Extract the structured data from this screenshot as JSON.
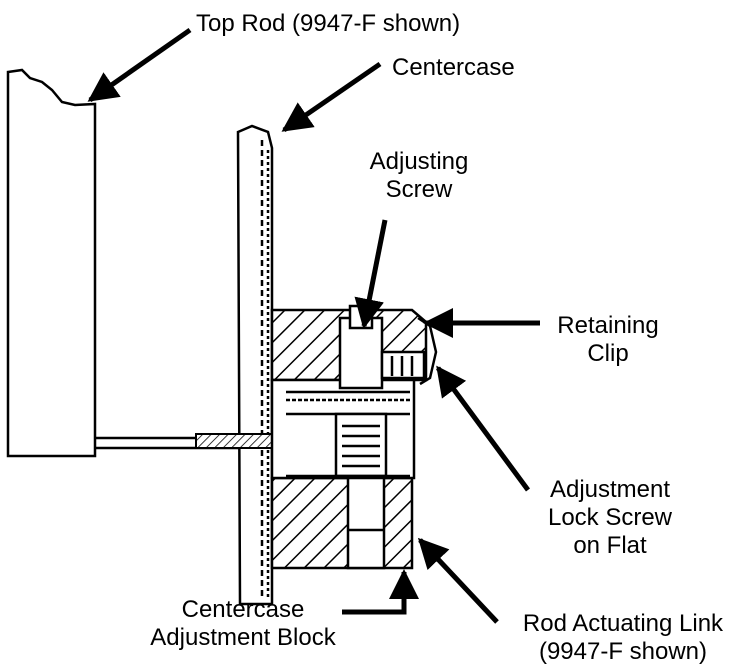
{
  "labels": {
    "top_rod": "Top Rod (9947-F shown)",
    "centercase": "Centercase",
    "adjusting_screw": [
      "Adjusting",
      "Screw"
    ],
    "retaining_clip": [
      "Retaining",
      "Clip"
    ],
    "adjustment_lock_screw": [
      "Adjustment",
      "Lock Screw",
      "on Flat"
    ],
    "centercase_adjustment_block": [
      "Centercase",
      "Adjustment Block"
    ],
    "rod_actuating_link": [
      "Rod Actuating Link",
      "(9947-F shown)"
    ]
  },
  "colors": {
    "ink": "#000000",
    "paper": "#ffffff"
  }
}
